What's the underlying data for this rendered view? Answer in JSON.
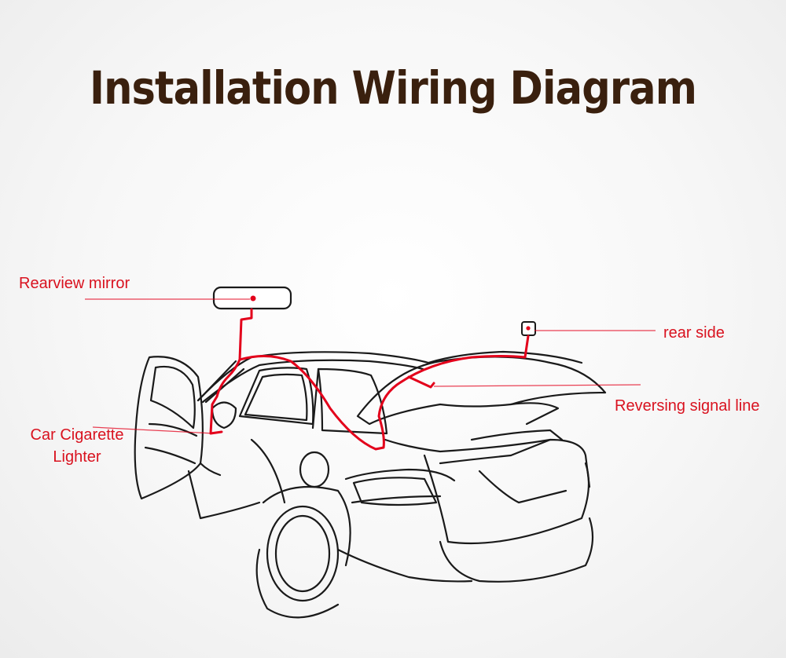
{
  "title": "Installation Wiring Diagram",
  "labels": {
    "rearview_mirror": "Rearview mirror",
    "cigarette_lighter_line1": "Car Cigarette",
    "cigarette_lighter_line2": "Lighter",
    "rear_side": "rear side",
    "reversing_signal_line": "Reversing signal line"
  },
  "colors": {
    "title": "#3a200e",
    "wire": "#e3001b",
    "label": "#d9121f",
    "outline": "#1a1a1a"
  }
}
